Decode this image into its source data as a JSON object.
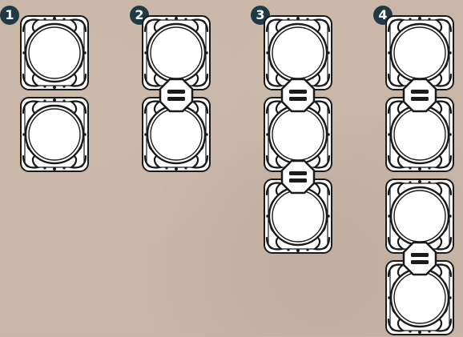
{
  "examples": [
    {
      "number": "1",
      "frames": 2,
      "links": []
    },
    {
      "number": "2",
      "frames": 2,
      "links": [
        1
      ]
    },
    {
      "number": "3",
      "frames": 3,
      "links": [
        1,
        2
      ]
    },
    {
      "number": "4",
      "frames": 4,
      "links": [
        1,
        3
      ]
    }
  ],
  "colors": {
    "background": "#c9b6a7",
    "badge": "#1f3a45",
    "frame_stroke": "#1a1a1a",
    "frame_fill": "#ffffff"
  },
  "icons": {
    "frame": "ornate-circle-frame-icon",
    "link": "equals-token-icon"
  }
}
